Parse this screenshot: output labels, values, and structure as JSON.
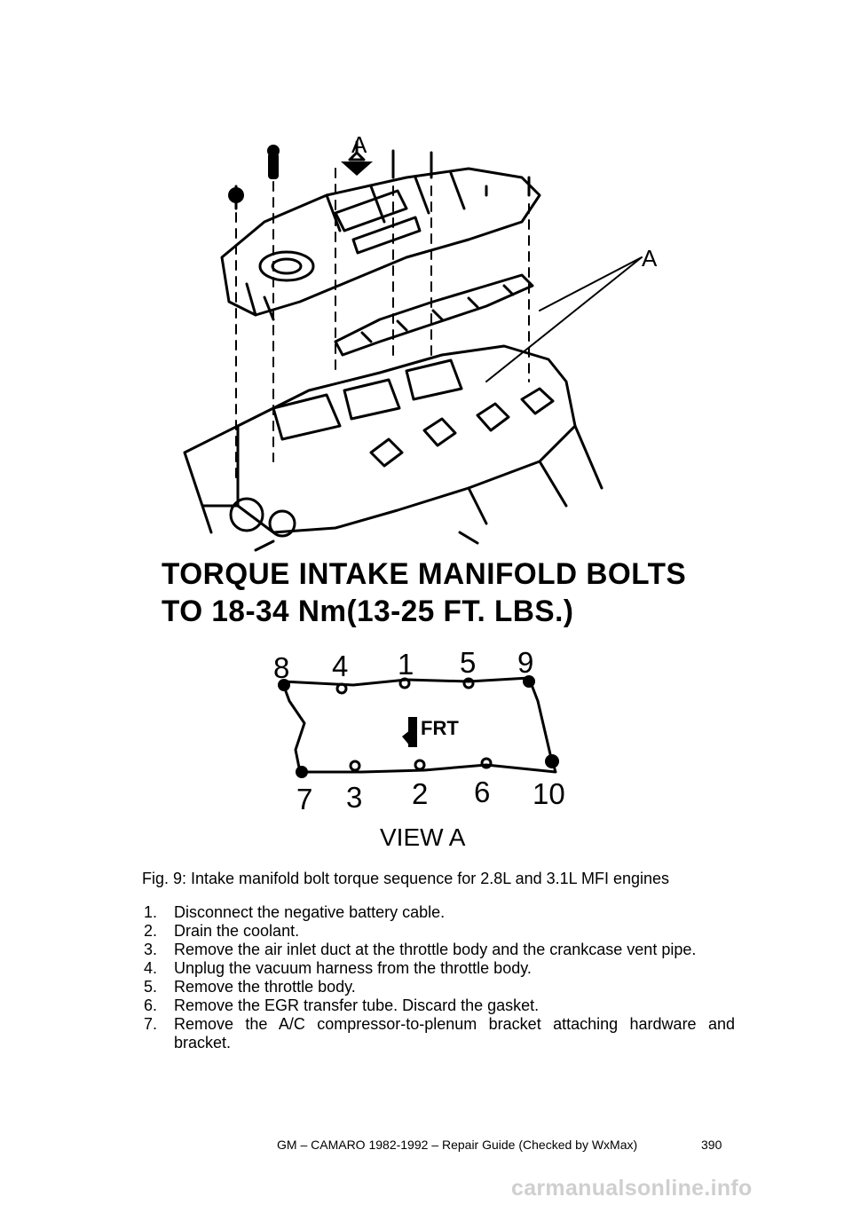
{
  "figure": {
    "torque_line1": "TORQUE INTAKE MANIFOLD BOLTS",
    "torque_line2": "TO 18-34 Nm(13-25 FT. LBS.)",
    "callout_a": "A",
    "frt_label": "FRT",
    "view_label": "VIEW A",
    "bolt_numbers_top": [
      "8",
      "4",
      "1",
      "5",
      "9"
    ],
    "bolt_numbers_bottom": [
      "7",
      "3",
      "2",
      "6",
      "10"
    ]
  },
  "caption": "Fig. 9: Intake manifold bolt torque sequence for 2.8L and 3.1L MFI engines",
  "steps": [
    {
      "n": "1.",
      "text": "Disconnect the negative battery cable."
    },
    {
      "n": "2.",
      "text": "Drain the coolant."
    },
    {
      "n": "3.",
      "text": "Remove the air inlet duct at the throttle body and the crankcase vent pipe."
    },
    {
      "n": "4.",
      "text": "Unplug the vacuum harness from the throttle body."
    },
    {
      "n": "5.",
      "text": "Remove the throttle body."
    },
    {
      "n": "6.",
      "text": "Remove the EGR transfer tube. Discard the gasket."
    },
    {
      "n": "7.",
      "text": "Remove the A/C compressor-to-plenum bracket attaching hardware and bracket."
    }
  ],
  "footer": {
    "title": "GM – CAMARO 1982-1992 – Repair Guide (Checked by WxMax)",
    "page": "390"
  },
  "watermark": "carmanualsonline.info"
}
